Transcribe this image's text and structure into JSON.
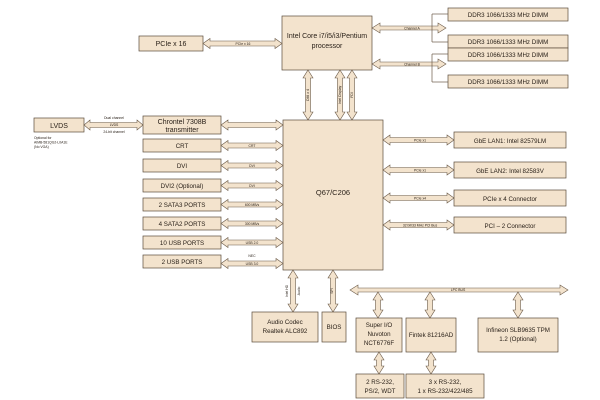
{
  "cpu": {
    "line1": "Intel Core i7/i5/i3/Pentium",
    "line2": "processor"
  },
  "pch": {
    "label": "Q67/C206"
  },
  "channel_a": "Channel A",
  "channel_b": "Channel B",
  "dimms": [
    "DDR3 1066/1333 MHz DIMM",
    "DDR3 1066/1333 MHz DIMM",
    "DDR3 1066/1333 MHz DIMM",
    "DDR3 1066/1333 MHz DIMM"
  ],
  "pcie16": {
    "box": "PCIe x 16",
    "bus": "PCIe x 16"
  },
  "dmi": "DMI x 4",
  "fdi": "Intel Display",
  "fdi2": "FDI",
  "lvds": {
    "box": "LVDS",
    "note1": "Optional for",
    "note2": "AIMB-581QG2-L0A1E",
    "note3": "(No VGA)",
    "bus1": "Dual channel",
    "bus2": "LVDS",
    "bus3": "24-bit channel"
  },
  "chrontel": {
    "line1": "Chrontel 7308B",
    "line2": "transmitter"
  },
  "left_items": [
    {
      "box": "CRT",
      "bus": "CRT"
    },
    {
      "box": "DVI",
      "bus": "DVI"
    },
    {
      "box": "DVI2 (Optional)",
      "bus": "DVI"
    },
    {
      "box": "2 SATA3 PORTS",
      "bus": "600 MB/s"
    },
    {
      "box": "4 SATA2 PORTS",
      "bus": "300 MB/s"
    },
    {
      "box": "10 USB PORTS",
      "bus": "USB 2.0"
    },
    {
      "box": "2 USB PORTS",
      "bus2": "NEC",
      "bus": "USB 3.0"
    }
  ],
  "right_items": [
    {
      "box": "GbE LAN1: Intel 82579LM",
      "bus": "PCIe x1"
    },
    {
      "box": "GbE LAN2: Intel 82583V",
      "bus": "PCIe x1"
    },
    {
      "box": "PCIe x 4 Connector",
      "bus": "PCIe x4"
    },
    {
      "box": "PCI – 2 Connector",
      "bus": "32 bit/33 MHz PCI Bus"
    }
  ],
  "bottom": {
    "audio": {
      "line1": "Audio Codec",
      "line2": "Realtek ALC892",
      "bus1": "Intel HD",
      "bus2": "Audio"
    },
    "bios": {
      "label": "BIOS",
      "bus": "SPI"
    },
    "lpc": "LPC BUS",
    "superio": {
      "line1": "Super I/O",
      "line2": "Nuvoton",
      "line3": "NCT6776F"
    },
    "fintek": {
      "label": "Fintek 81216AD"
    },
    "tpm": {
      "line1": "Infineon SLB9635 TPM",
      "line2": "1.2 (Optional)"
    },
    "rs232a": {
      "line1": "2 RS-232,",
      "line2": "PS/2, WDT"
    },
    "rs232b": {
      "line1": "3 x RS-232,",
      "line2": "1 x RS-232/422/485"
    }
  }
}
